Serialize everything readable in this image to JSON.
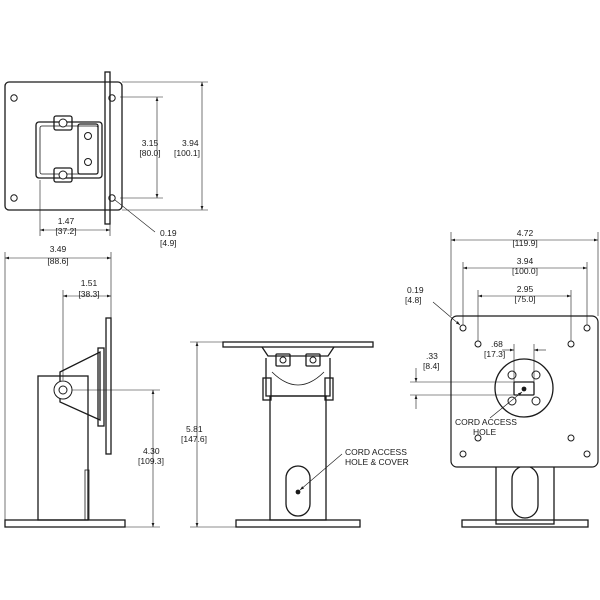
{
  "dimensions": {
    "top_mount_height": "3.15",
    "top_mount_height_mm": "[80.0]",
    "top_plate_height": "3.94",
    "top_plate_height_mm": "[100.1]",
    "top_offset": "1.47",
    "top_offset_mm": "[37.2]",
    "plate_thickness": "0.19",
    "plate_thickness_mm": "[4.9]",
    "side_width": "3.49",
    "side_width_mm": "[88.6]",
    "side_offset": "1.51",
    "side_offset_mm": "[38.3]",
    "pivot_height": "4.30",
    "pivot_height_mm": "[109.3]",
    "front_height": "5.81",
    "front_height_mm": "[147.6]",
    "plate_width": "4.72",
    "plate_width_mm": "[119.9]",
    "hole_spacing_outer": "3.94",
    "hole_spacing_outer_mm": "[100.0]",
    "hole_spacing_inner": "2.95",
    "hole_spacing_inner_mm": "[75.0]",
    "hole_dia": "0.19",
    "hole_dia_mm": "[4.8]",
    "cord_hole_width": ".68",
    "cord_hole_width_mm": "[17.3]",
    "cord_hole_offset": ".33",
    "cord_hole_offset_mm": "[8.4]"
  },
  "callouts": {
    "cord_access_cover_1": "CORD ACCESS",
    "cord_access_cover_2": "HOLE & COVER",
    "cord_access_hole_1": "CORD ACCESS",
    "cord_access_hole_2": "HOLE"
  }
}
